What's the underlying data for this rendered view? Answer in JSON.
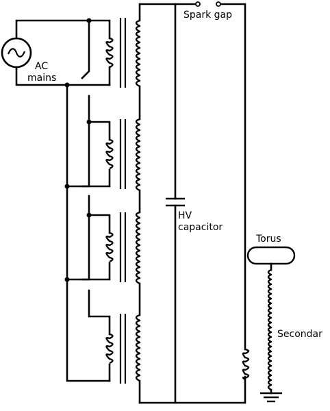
{
  "labels": {
    "spark_gap": "Spark gap",
    "ac_line1": "AC",
    "ac_line2": "mains",
    "hv_line1": "HV",
    "hv_line2": "capacitor",
    "torus": "Torus",
    "secondary": "Secondar"
  },
  "colors": {
    "line": "#000000",
    "background": "#ffffff"
  }
}
